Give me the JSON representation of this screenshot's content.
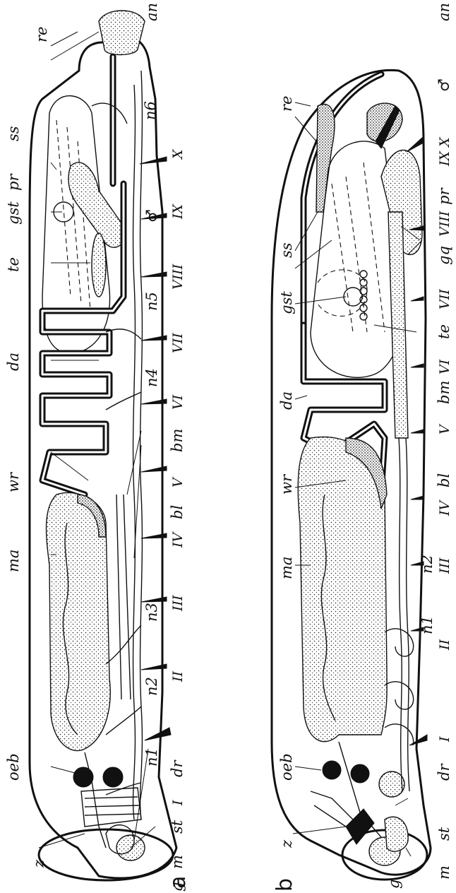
{
  "figure": {
    "panel_a": {
      "panel_label": "a",
      "labels": {
        "an": "an",
        "re": "re",
        "n6": "n6",
        "ss": "ss",
        "pr": "pr",
        "gst": "gst",
        "male": "♂",
        "te": "te",
        "n5": "n5",
        "da": "da",
        "n4": "n4",
        "bm": "bm",
        "wr": "wr",
        "bl": "bl",
        "ma": "ma",
        "n3": "n3",
        "n2": "n2",
        "oeb": "oeb",
        "n1": "n1",
        "dr": "dr",
        "st": "st",
        "z": "z",
        "m": "m",
        "g": "g"
      },
      "segments": [
        "X",
        "IX",
        "VIII",
        "VII",
        "VI",
        "V",
        "IV",
        "III",
        "II",
        "I"
      ]
    },
    "panel_b": {
      "panel_label": "b",
      "labels": {
        "an": "an",
        "re": "re",
        "male": "♂",
        "ss": "ss",
        "pr": "pr",
        "gq": "gq",
        "gst": "gst",
        "te": "te",
        "da": "da",
        "bm": "bm",
        "wr": "wr",
        "bl": "bl",
        "ma": "ma",
        "n2": "n2",
        "n1": "n1",
        "oeb": "oeb",
        "dr": "dr",
        "z": "z",
        "st": "st",
        "m": "m",
        "g": "g"
      },
      "segments": [
        "IX X",
        "VIII",
        "VII",
        "VI",
        "V",
        "IV",
        "III",
        "II",
        "I"
      ]
    }
  }
}
